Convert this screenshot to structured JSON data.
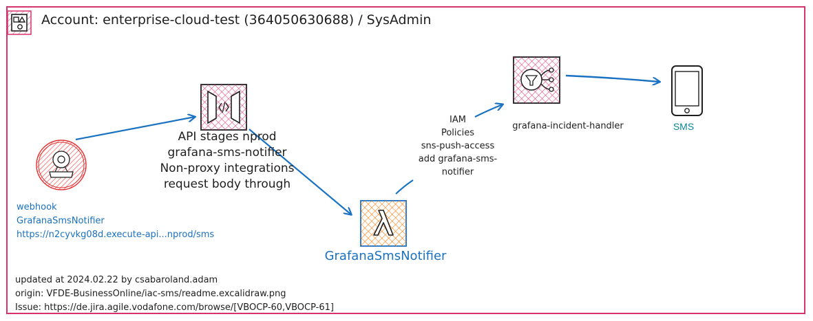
{
  "account": {
    "title": "Account: enterprise-cloud-test (364050630688) / SysAdmin"
  },
  "api_gateway": {
    "icon": "api-gateway-icon",
    "caption_lines": [
      "API stages nprod",
      "grafana-sms-notifier",
      "Non-proxy integrations",
      "request body through"
    ]
  },
  "webhook": {
    "icon": "grafana-icon",
    "lines": [
      "webhook",
      "GrafanaSmsNotifier",
      "https://n2cyvkg08d.execute-api...nprod/sms"
    ]
  },
  "lambda": {
    "icon": "lambda-icon",
    "label": "GrafanaSmsNotifier"
  },
  "iam": {
    "lines": [
      "IAM",
      "Policies",
      "sns-push-access",
      "add grafana-sms-",
      "notifier"
    ]
  },
  "sns": {
    "icon": "sns-icon",
    "label": "grafana-incident-handler"
  },
  "sms": {
    "icon": "mobile-phone-icon",
    "label": "SMS"
  },
  "footer": {
    "lines": [
      "updated at 2024.02.22 by csabaroland.adam",
      "origin: VFDE-BusinessOnline/iac-sms/readme.excalidraw.png",
      "Issue: https://de.jira.agile.vodafone.com/browse/[VBOCP-60,VBOCP-61]"
    ]
  },
  "colors": {
    "frame": "#d6336c",
    "hatch_pink": "#e64980",
    "hatch_orange": "#fd7e14",
    "hatch_red": "#fa5252",
    "arrow": "#1971c2",
    "label_blue": "#1971c2",
    "label_teal": "#0c8599"
  }
}
